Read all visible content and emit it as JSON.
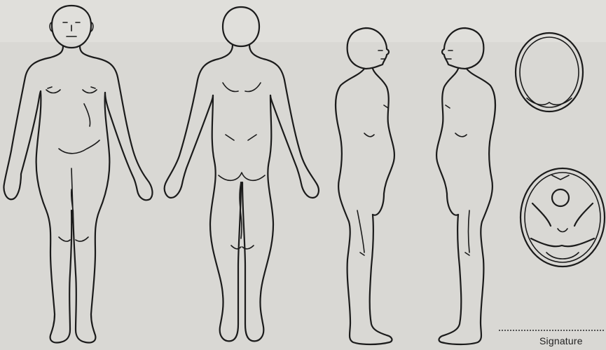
{
  "form": {
    "signature_label": "Signature"
  },
  "figures": [
    {
      "name": "body-front-view"
    },
    {
      "name": "body-back-view"
    },
    {
      "name": "body-right-side-view"
    },
    {
      "name": "body-left-side-view"
    },
    {
      "name": "skull-top-view"
    },
    {
      "name": "skull-base-view"
    }
  ],
  "colors": {
    "paper": "#d9d8d4",
    "ink": "#1b1b1b"
  }
}
